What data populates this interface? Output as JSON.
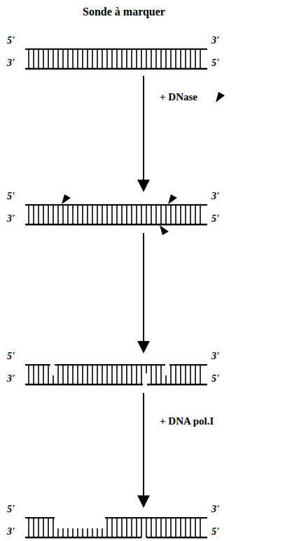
{
  "diagram": {
    "title": "Sonde à marquer",
    "labels": [
      "5'",
      "3'",
      "3'",
      "5'",
      "+ DNase",
      "5'",
      "3'",
      "3'",
      "5'",
      "5'",
      "3'",
      "3'",
      "5'",
      "+ DNA pol.I",
      "5'",
      "3'",
      "3'",
      "5'"
    ]
  }
}
